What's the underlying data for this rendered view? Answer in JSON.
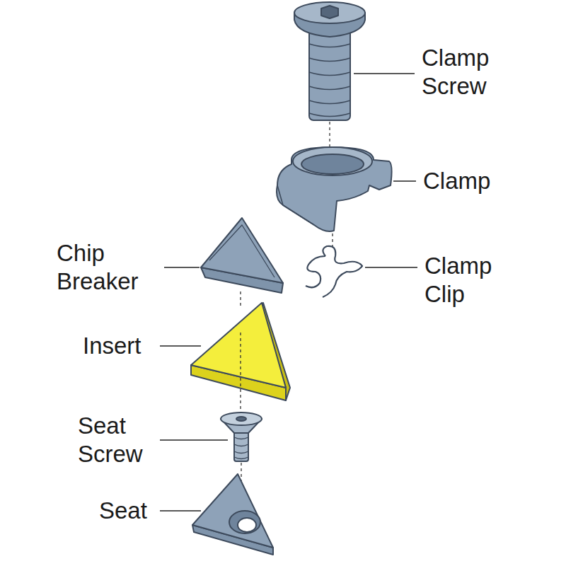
{
  "diagram": {
    "labels": [
      "Clamp Screw",
      "Clamp",
      "Chip Breaker",
      "Clamp Clip",
      "Insert",
      "Seat Screw",
      "Seat"
    ]
  }
}
